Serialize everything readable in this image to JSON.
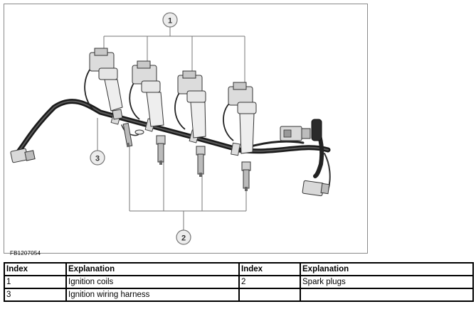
{
  "figure": {
    "code": "FB1207054",
    "callouts": [
      "1",
      "2",
      "3"
    ]
  },
  "legend_table": {
    "headers": [
      "Index",
      "Explanation",
      "Index",
      "Explanation"
    ],
    "rows": [
      [
        "1",
        "Ignition coils",
        "2",
        "Spark plugs"
      ],
      [
        "3",
        "Ignition wiring harness",
        "",
        ""
      ]
    ]
  }
}
